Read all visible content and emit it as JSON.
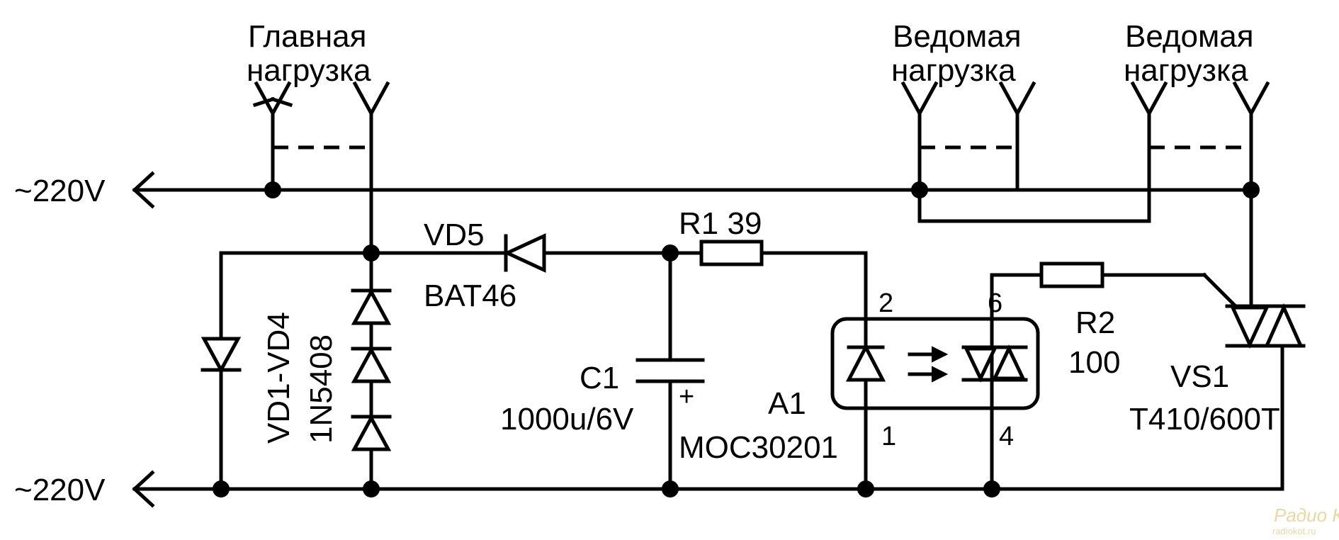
{
  "labels": {
    "main_load_line1": "Главная",
    "main_load_line2": "нагрузка",
    "slave1_line1": "Ведомая",
    "slave1_line2": "нагрузка",
    "slave2_line1": "Ведомая",
    "slave2_line2": "нагрузка",
    "mains_top": "~220V",
    "mains_bottom": "~220V",
    "vd5_ref": "VD5",
    "vd5_part": "BAT46",
    "r1": "R1 39",
    "vd_bridge_ref": "VD1-VD4",
    "vd_bridge_part": "1N5408",
    "c1_ref": "C1",
    "c1_value": "1000u/6V",
    "c1_plus": "+",
    "a1_ref": "A1",
    "a1_part": "MOC30201",
    "pin2": "2",
    "pin6": "6",
    "pin1": "1",
    "pin4": "4",
    "r2_ref": "R2",
    "r2_value": "100",
    "vs1_ref": "VS1",
    "vs1_part": "T410/600T",
    "watermark_text": "Радио КОТ",
    "watermark_url": "radiokot.ru"
  },
  "colors": {
    "ink": "#000000",
    "background": "#ffffff",
    "watermark": "#e8d9a0"
  }
}
